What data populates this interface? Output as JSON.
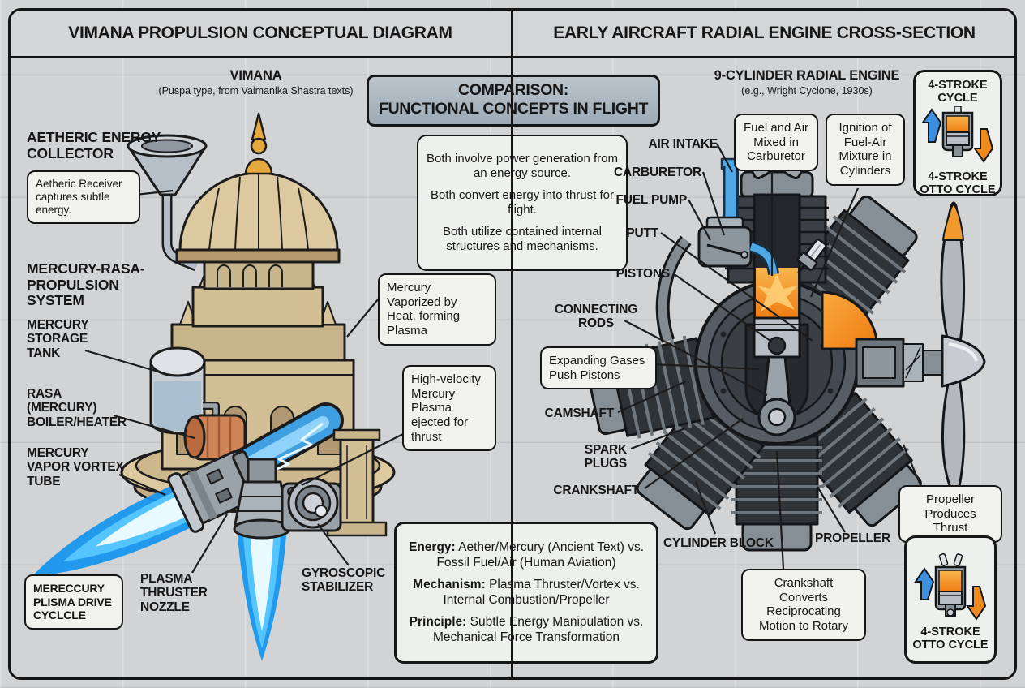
{
  "left": {
    "header": "VIMANA PROPULSION CONCEPTUAL DIAGRAM",
    "title": "VIMANA",
    "subtitle": "(Puspa type, from Vaimanika Shastra texts)",
    "collector_label": "AETHERIC ENERGY COLLECTOR",
    "receiver_note": "Aetheric Receiver captures subtle energy.",
    "system_label": "MERCURY-RASA-PROPULSION SYSTEM",
    "tank_label": "MERCURY STORAGE TANK",
    "boiler_label": "RASA (MERCURY) BOILER/HEATER",
    "vortex_label": "MERCURY VAPOR VORTEX TUBE",
    "drive_cycle_note": "MERECCURY PLISMA DRIVE CYCLCLE",
    "nozzle_label": "PLASMA THRUSTER NOZZLE",
    "gyro_label": "GYROSCOPIC STABILIZER"
  },
  "center": {
    "title_line1": "COMPARISON:",
    "title_line2": "FUNCTIONAL CONCEPTS IN FLIGHT",
    "point1": "Both involve power generation from an energy source.",
    "point2": "Both convert energy into thrust for flight.",
    "point3": "Both utilize contained internal structures and mechanisms.",
    "vaporized_note": "Mercury Vaporized by Heat, forming Plasma",
    "ejected_note": "High-velocity Mercury Plasma ejected for thrust",
    "energy_term": "Energy:",
    "energy_text": "Aether/Mercury (Ancient Text) vs. Fossil Fuel/Air (Human Aviation)",
    "mechanism_term": "Mechanism:",
    "mechanism_text": "Plasma Thruster/Vortex vs. Internal Combustion/Propeller",
    "principle_term": "Principle:",
    "principle_text": "Subtle Energy Manipulation vs. Mechanical Force Transformation"
  },
  "right": {
    "header": "EARLY AIRCRAFT RADIAL ENGINE CROSS-SECTION",
    "title": "9-CYLINDER RADIAL ENGINE",
    "subtitle": "(e.g., Wright Cyclone, 1930s)",
    "air_intake_label": "AIR INTAKE",
    "carburetor_label": "CARBURETOR",
    "fuel_pump_label": "FUEL PUMP",
    "putt_label": "PUTT",
    "pistons_label": "PISTONS",
    "connecting_rods_label": "CONNECTING RODS",
    "camshaft_label": "CAMSHAFT",
    "spark_plugs_label": "SPARK PLUGS",
    "crankshaft_label": "CRANKSHAFT",
    "cylinder_block_label": "CYLINDER BLOCK",
    "propeller_label": "PROPELLER",
    "fuel_air_note": "Fuel and Air Mixed in Carburetor",
    "ignition_note": "Ignition of Fuel-Air Mixture in Cylinders",
    "expanding_note": "Expanding Gases Push Pistons",
    "prop_thrust_note": "Propeller Produces Thrust",
    "crank_converts_note": "Crankshaft Converts Reciprocating Motion to Rotary",
    "cycle_top_title": "4-STROKE CYCLE",
    "cycle_top_caption": "4-STROKE OTTO CYCLE",
    "cycle_bottom_caption": "4-STROKE OTTO CYCLE"
  },
  "colors": {
    "background": "#d2d3d5",
    "flame_blue": "#1796ee",
    "pipe_blue": "#4fa9e6",
    "combustion_orange": "#f28a1e",
    "title_box_gray_blue": "#aeb9c2",
    "temple_tan": "#d3bf96"
  }
}
